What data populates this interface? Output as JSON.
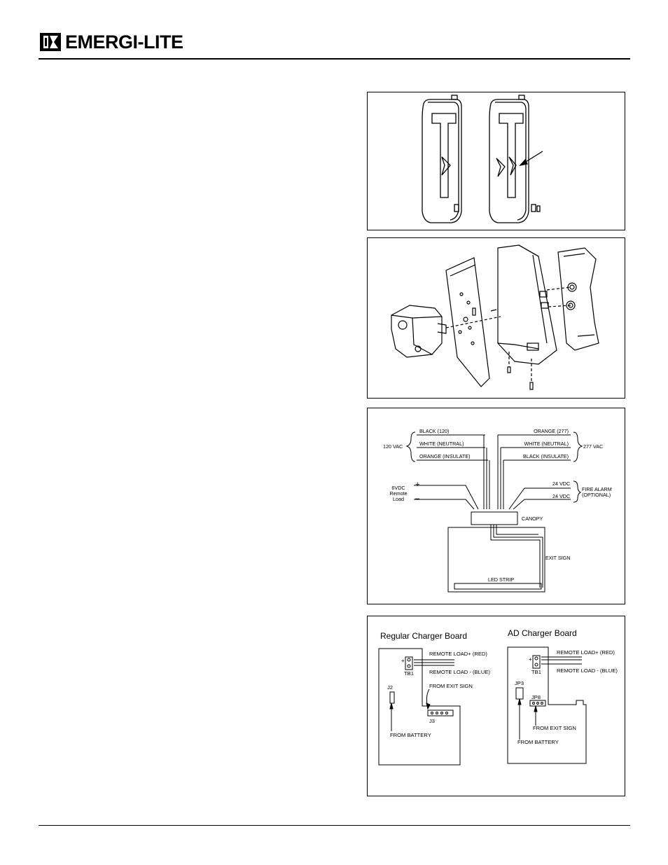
{
  "header": {
    "brand": "EMERGI-LITE"
  },
  "wiring": {
    "left_group": "120 VAC",
    "right_group": "277 VAC",
    "left_wires": [
      "BLACK (120)",
      "WHITE (NEUTRAL)",
      "ORANGE (INSULATE)"
    ],
    "right_wires": [
      "ORANGE (277)",
      "WHITE (NEUTRAL)",
      "BLACK (INSULATE)"
    ],
    "remote_load": [
      "6VDC",
      "Remote",
      "Load"
    ],
    "plus": "+",
    "minus": "–",
    "fire_vdc_1": "24 VDC",
    "fire_vdc_2": "24 VDC",
    "fire_alarm": [
      "FIRE ALARM",
      "(OPTIONAL)"
    ],
    "canopy": "CANOPY",
    "exit_sign": "EXIT SIGN",
    "led_strip": "LED STRIP"
  },
  "charger": {
    "regular": {
      "title": "Regular Charger Board",
      "remote_red": "REMOTE LOAD+ (RED)",
      "remote_blue": "REMOTE LOAD - (BLUE)",
      "tb1": "TB1",
      "j2": "J2",
      "from_exit": "FROM EXIT SIGN",
      "j3": "J3",
      "from_battery": "FROM BATTERY",
      "plus": "+"
    },
    "ad": {
      "title": "AD Charger Board",
      "remote_red": "REMOTE LOAD+ (RED)",
      "remote_blue": "REMOTE LOAD - (BLUE)",
      "tb1": "TB1",
      "jp3": "JP3",
      "jp8": "JP8",
      "from_exit": "FROM EXIT SIGN",
      "from_battery": "FROM BATTERY",
      "plus": "+"
    }
  }
}
